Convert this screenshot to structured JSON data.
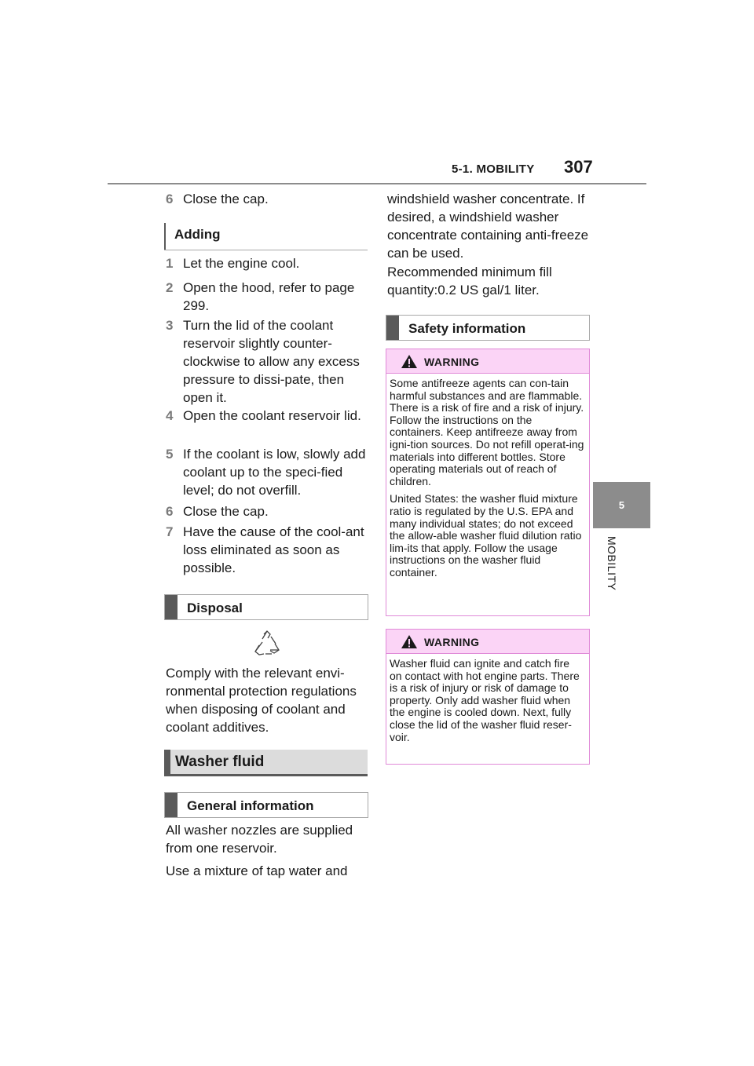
{
  "header": {
    "section": "5-1. MOBILITY",
    "page_number": "307"
  },
  "side_tab": {
    "chapter_number": "5",
    "chapter_label": "MOBILITY"
  },
  "left_column": {
    "top_step": {
      "num": "6",
      "text": "Close the cap."
    },
    "adding_heading": "Adding",
    "steps": [
      {
        "num": "1",
        "text": "Let the engine cool."
      },
      {
        "num": "2",
        "text": "Open the hood, refer to page 299."
      },
      {
        "num": "3",
        "text": "Turn the lid of the coolant reservoir slightly counter-clockwise to allow any excess pressure to dissi-pate, then open it."
      },
      {
        "num": "4",
        "text": "Open the coolant reservoir lid."
      },
      {
        "num": "5",
        "text": "If the coolant is low, slowly add coolant up to the speci-fied level; do not overfill."
      },
      {
        "num": "6",
        "text": "Close the cap."
      },
      {
        "num": "7",
        "text": "Have the cause of the cool-ant loss eliminated as soon as possible."
      }
    ],
    "disposal_heading": "Disposal",
    "disposal_text": "Comply with the relevant envi-ronmental protection regulations when disposing of coolant and coolant additives.",
    "washer_heading": "Washer fluid",
    "general_heading": "General information",
    "general_p1": "All washer nozzles are supplied from one reservoir.",
    "general_p2": "Use a mixture of tap water and"
  },
  "right_column": {
    "cont_text": "windshield washer concentrate. If desired, a windshield washer concentrate containing anti-freeze can be used.",
    "min_fill": "Recommended minimum fill quantity:0.2 US gal/1 liter.",
    "safety_heading": "Safety information",
    "warnings": [
      {
        "title": "WARNING",
        "paragraphs": [
          "Some antifreeze agents can con-tain harmful substances and are flammable. There is a risk of fire and a risk of injury. Follow the instructions on the containers. Keep antifreeze away from igni-tion sources. Do not refill operat-ing materials into different bottles. Store operating materials out of reach of children.",
          "United States: the washer fluid mixture ratio is regulated by the U.S. EPA and many individual states; do not exceed the allow-able washer fluid dilution ratio lim-its that apply. Follow the usage instructions on the washer fluid container."
        ]
      },
      {
        "title": "WARNING",
        "paragraphs": [
          "Washer fluid can ignite and catch fire on contact with hot engine parts. There is a risk of injury or risk of damage to property. Only add washer fluid when the engine is cooled down. Next, fully close the lid of the washer fluid reser-voir."
        ]
      }
    ]
  },
  "colors": {
    "warning_header_bg": "#fbd4f6",
    "warning_border": "#e08ad8",
    "tab_gray": "#8c8c8c"
  },
  "icons": [
    "recycle-icon",
    "warning-triangle-icon"
  ]
}
